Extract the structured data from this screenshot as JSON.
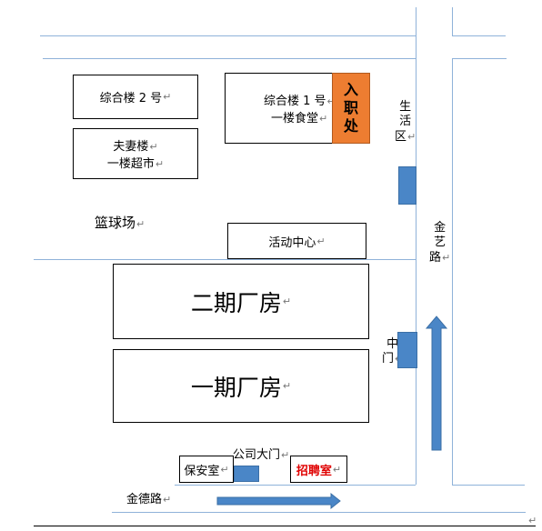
{
  "buildings": {
    "complex2": "综合楼 2 号",
    "complex1_line1": "综合楼 1 号",
    "complex1_line2": "一楼食堂",
    "couple_line1": "夫妻楼",
    "couple_line2": "一楼超市",
    "activity": "活动中心",
    "plant2": "二期厂房",
    "plant1": "一期厂房",
    "security": "保安室",
    "recruit": "招聘室"
  },
  "entry": {
    "chars": [
      "入",
      "职",
      "处"
    ]
  },
  "areas": {
    "court": "篮球场",
    "living": [
      "生",
      "活",
      "区"
    ],
    "middle_gate": [
      "中",
      "门"
    ],
    "main_gate": "公司大门"
  },
  "roads": {
    "jinyi": [
      "金",
      "艺",
      "路"
    ],
    "jinde": "金德路"
  },
  "symbols": {
    "return": "↵"
  },
  "colors": {
    "road": "#8fb2d9",
    "marker": "#4a86c7",
    "entry": "#ed7d31",
    "recruit_text": "#e00000"
  }
}
